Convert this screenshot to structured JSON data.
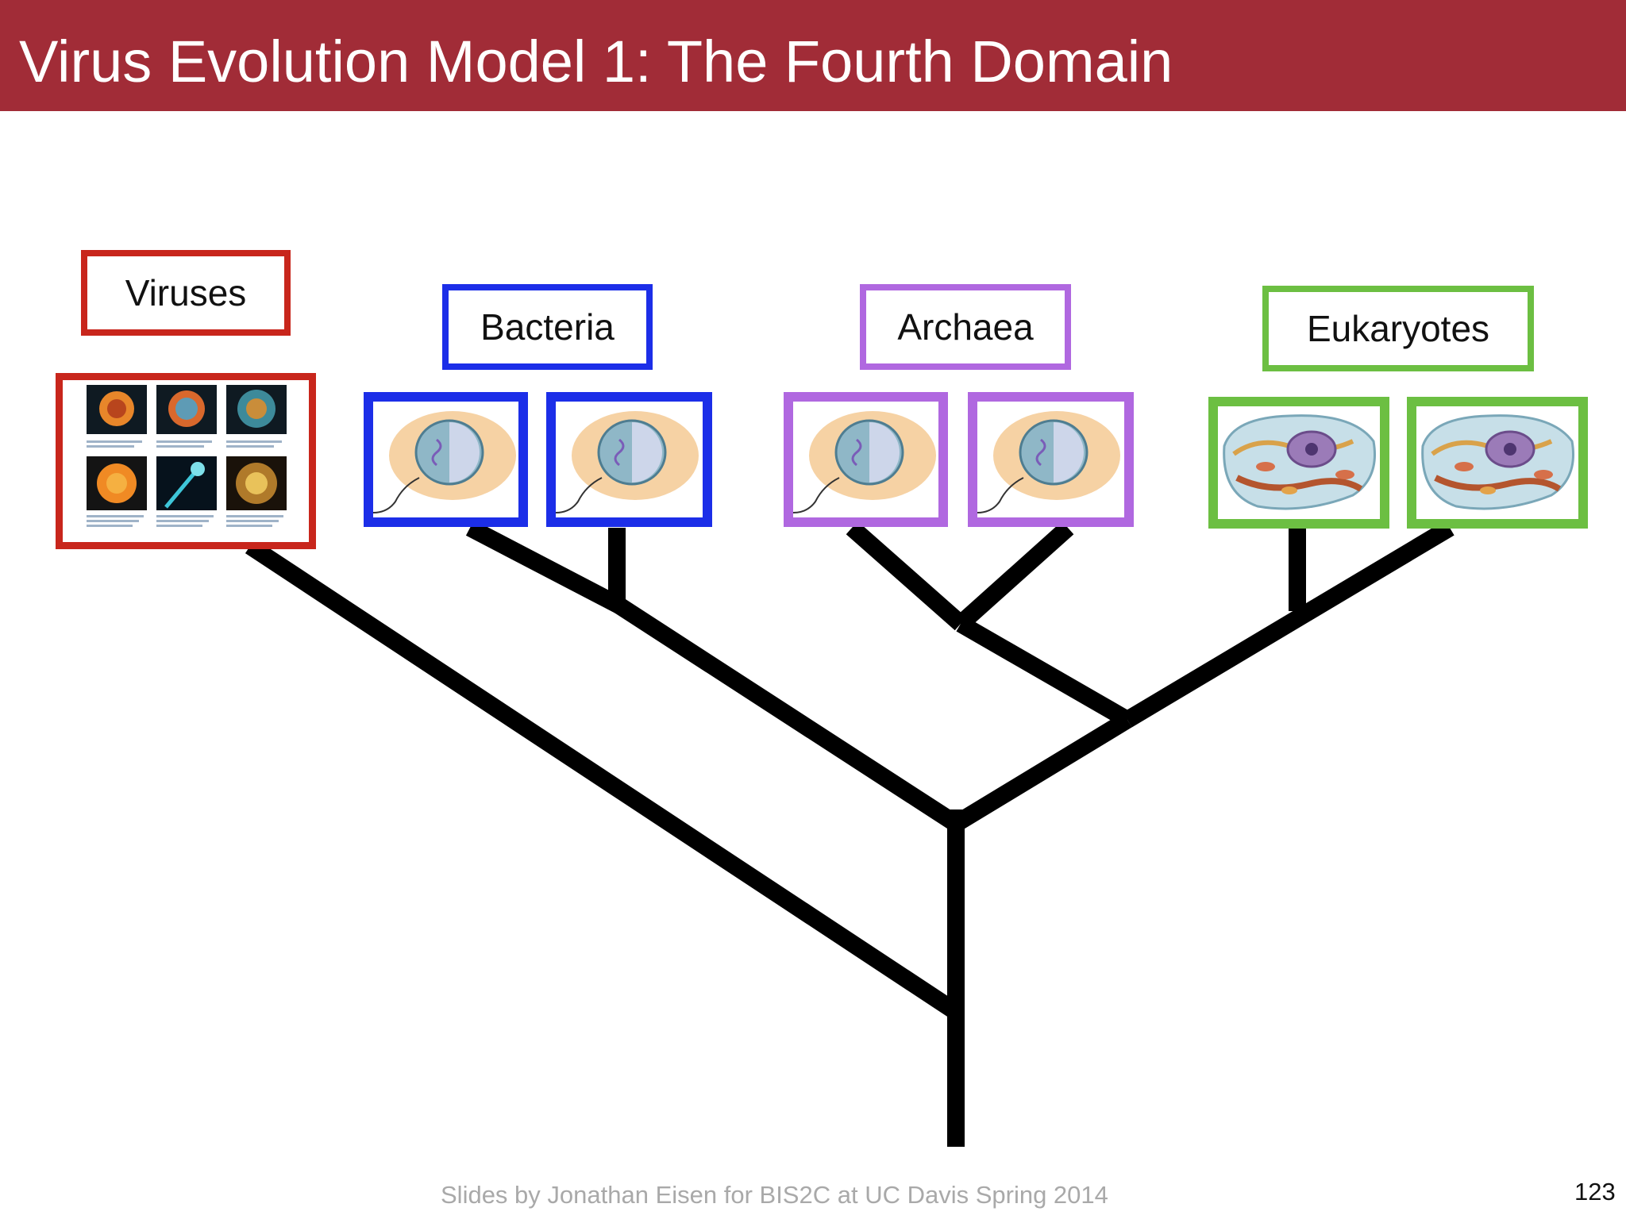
{
  "slide": {
    "title": "Virus Evolution Model 1: The Fourth Domain",
    "footer": "Slides by Jonathan Eisen for BIS2C at UC Davis Spring 2014",
    "page_number": "123"
  },
  "groups": [
    {
      "label": "Viruses",
      "color": "#c8261c"
    },
    {
      "label": "Bacteria",
      "color": "#1c2ee8"
    },
    {
      "label": "Archaea",
      "color": "#b068e0"
    },
    {
      "label": "Eukaryotes",
      "color": "#6cbf42"
    }
  ],
  "colors": {
    "title_bar": "#a12c37",
    "branch": "#000000"
  }
}
